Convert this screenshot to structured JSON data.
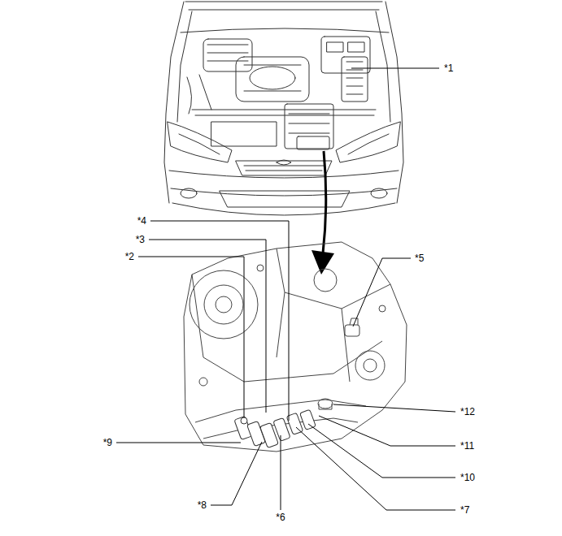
{
  "diagram": {
    "labels": [
      "*1",
      "*2",
      "*3",
      "*4",
      "*5",
      "*6",
      "*7",
      "*8",
      "*9",
      "*10",
      "*11",
      "*12"
    ]
  }
}
